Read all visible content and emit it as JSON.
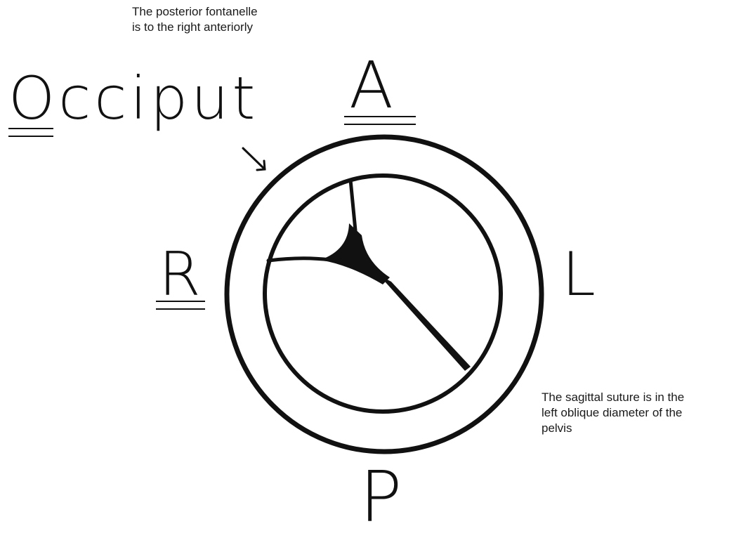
{
  "annotations": {
    "top_note": [
      "The posterior fontanelle",
      "is to the right anteriorly"
    ],
    "right_note": [
      "The sagittal suture is in the",
      "left oblique diameter of the",
      "pelvis"
    ]
  },
  "labels": {
    "occiput": "Occiput",
    "anterior": "A",
    "right": "R",
    "left": "L",
    "posterior": "P"
  },
  "colors": {
    "ink": "#111111",
    "background": "#ffffff"
  }
}
